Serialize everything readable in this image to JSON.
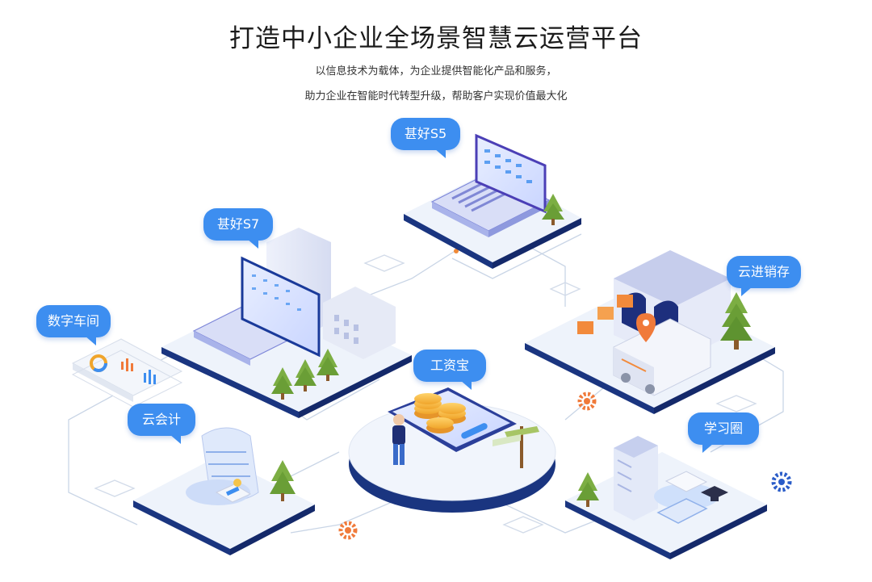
{
  "header": {
    "title": "打造中小企业全场景智慧云运营平台",
    "subtitle_line1": "以信息技术为载体，为企业提供智能化产品和服务，",
    "subtitle_line2": "助力企业在智能时代转型升级，帮助客户实现价值最大化"
  },
  "products": [
    {
      "label": "甚好S5"
    },
    {
      "label": "甚好S7"
    },
    {
      "label": "云进销存"
    },
    {
      "label": "数字车间"
    },
    {
      "label": "工资宝"
    },
    {
      "label": "云会计"
    },
    {
      "label": "学习圈"
    }
  ],
  "colors": {
    "accent_blue": "#3d8ef0",
    "platform_navy": "#1a3580",
    "platform_top": "#eef3fb",
    "connector": "#c9d5e6",
    "node_orange": "#f08a38"
  }
}
